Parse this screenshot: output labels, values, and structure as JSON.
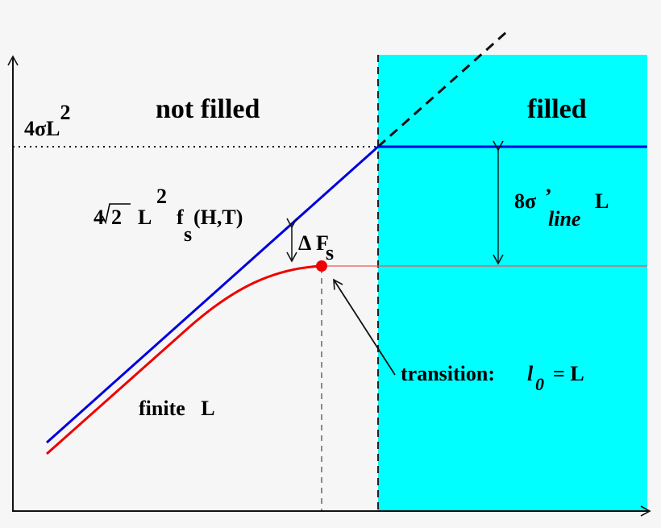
{
  "diagram": {
    "colors": {
      "background": "#f6f6f6",
      "filled_region": "#00ffff",
      "blue_line": "#0000dd",
      "red_curve": "#ee0000",
      "axes": "#111111"
    },
    "region_labels": {
      "not_filled": "not filled",
      "filled": "filled"
    },
    "y_level_label": {
      "prefix": "4σL",
      "sup": "2"
    },
    "blue_line_label": {
      "coef": "4",
      "sqrt_arg": "2",
      "L": "L",
      "L_sup": "2",
      "f": "f",
      "f_sub": "s",
      "args": "(H,T)"
    },
    "delta_label": {
      "delta": "Δ",
      "F": "F",
      "F_sub": "s"
    },
    "gap_label": {
      "coef": "8σ",
      "prime": "’",
      "sub": "line",
      "L": "L"
    },
    "transition_label": {
      "text": "transition:",
      "l": "l",
      "l_sub": "0",
      "eq": "= L"
    },
    "curve_label": {
      "text": "finite   L"
    }
  }
}
